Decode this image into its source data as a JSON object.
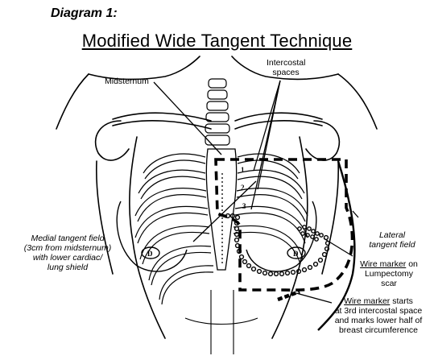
{
  "diagram_label": "Diagram 1:",
  "title": "Modified Wide Tangent Technique",
  "labels": {
    "midsternum": "Midsternum",
    "intercostal_line1": "Intercostal",
    "intercostal_line2": "spaces",
    "lateral_line1": "Lateral",
    "lateral_line2": "tangent field",
    "medial_line1": "Medial tangent field",
    "medial_line2": "(3cm from midsternum)",
    "medial_line3": "with lower cardiac/",
    "medial_line4": "lung shield",
    "wire_marker": "Wire marker",
    "wire_on": " on",
    "wire_lumpectomy": "Lumpectomy",
    "wire_scar": "scar",
    "wire2_marker": "Wire marker",
    "wire2_starts": " starts",
    "wire2_line2": "at 3rd intercostal space",
    "wire2_line3": "and marks lower half of",
    "wire2_line4": "breast circumference"
  },
  "space_numbers": [
    "1",
    "2",
    "3"
  ],
  "nipple_label": "D"
}
